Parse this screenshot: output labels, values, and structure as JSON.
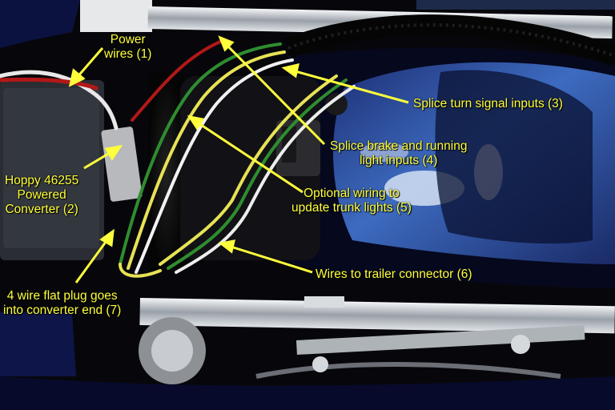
{
  "annotations": [
    {
      "id": "power-wires",
      "lines": [
        "Power",
        "wires (1)"
      ]
    },
    {
      "id": "hoppy-converter",
      "lines": [
        "Hoppy 46255",
        "Powered",
        "Converter (2)"
      ]
    },
    {
      "id": "splice-turn-signal",
      "lines": [
        "Splice turn signal inputs (3)"
      ]
    },
    {
      "id": "splice-brake-running",
      "lines": [
        "Splice brake and running",
        "light inputs (4)"
      ]
    },
    {
      "id": "optional-wiring",
      "lines": [
        "Optional wiring to",
        "update trunk lights (5)"
      ]
    },
    {
      "id": "wires-trailer-connector",
      "lines": [
        "Wires to trailer connector (6)"
      ]
    },
    {
      "id": "flat-plug",
      "lines": [
        "4 wire flat plug goes",
        "into converter end (7)"
      ]
    }
  ],
  "colors": {
    "label": "#ffff3c",
    "arrow": "#ffff3c",
    "paint": "#0a0f3a",
    "sky": "#3f6fc4",
    "chrome": "#cfd3d8"
  }
}
